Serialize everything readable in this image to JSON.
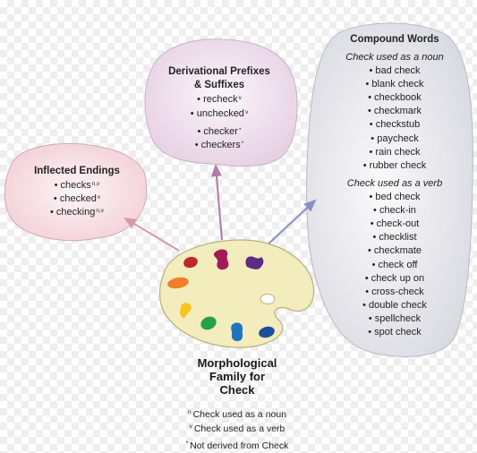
{
  "inflected": {
    "title": "Inflected Endings",
    "items": [
      {
        "word": "checks",
        "mark": "n,v"
      },
      {
        "word": "checked",
        "mark": "v"
      },
      {
        "word": "checking",
        "mark": "n,v"
      }
    ]
  },
  "derivational": {
    "title_line1": "Derivational Prefixes",
    "title_line2": "& Suffixes",
    "items": [
      {
        "word": "recheck",
        "mark": "v"
      },
      {
        "word": "unchecked",
        "mark": "v"
      },
      {
        "word": "checker",
        "mark": "*"
      },
      {
        "word": "checkers",
        "mark": "*"
      }
    ]
  },
  "compound": {
    "title": "Compound Words",
    "noun_heading": "Check used as a noun",
    "noun_items": [
      "bad check",
      "blank check",
      "checkbook",
      "checkmark",
      "checkstub",
      "paycheck",
      "rain check",
      "rubber check"
    ],
    "verb_heading": "Check used as a verb",
    "verb_items": [
      "bed check",
      "check-in",
      "check-out",
      "checklist",
      "checkmate",
      "check off",
      "check up on",
      "cross-check",
      "double check",
      "spellcheck",
      "spot check"
    ]
  },
  "center": {
    "line1": "Morphological",
    "line2": "Family for",
    "line3": "Check"
  },
  "legend": {
    "noun": {
      "mark": "n",
      "text": "Check used as a noun"
    },
    "verb": {
      "mark": "v",
      "text": "Check used as a verb"
    },
    "not_derived": {
      "mark": "*",
      "text": "Not derived from Check"
    }
  },
  "colors": {
    "pink_fill": "#f9e4e8",
    "lavender_fill": "#f1e5f0",
    "gray_fill": "#ececf1",
    "palette_fill": "#f3ecbd",
    "arrow_pink": "#d69aa6",
    "arrow_mauve": "#b07aa8",
    "arrow_blue": "#8a8fc6"
  },
  "paint_blobs": [
    "red",
    "magenta",
    "purple",
    "orange",
    "yellow",
    "green",
    "blue",
    "dark-blue",
    "white"
  ]
}
